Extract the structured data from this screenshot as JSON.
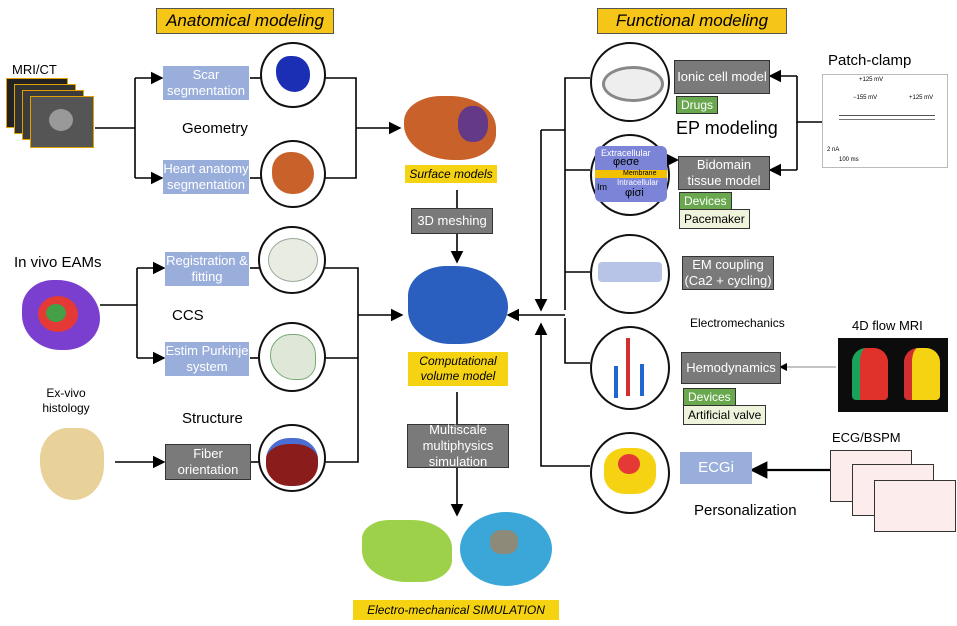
{
  "headers": {
    "anatomical": "Anatomical modeling",
    "functional": "Functional modeling"
  },
  "left": {
    "mri_ct": "MRI/CT",
    "geometry": "Geometry",
    "in_vivo_eams": "In vivo EAMs",
    "ccs": "CCS",
    "ex_vivo_histology": "Ex-vivo histology",
    "structure": "Structure"
  },
  "boxes": {
    "scar_segmentation": "Scar segmentation",
    "heart_anatomy_segmentation": "Heart anatomy segmentation",
    "registration_fitting": "Registration & fitting",
    "estim_purkinje": "Estim Purkinje system",
    "fiber_orientation": "Fiber orientation"
  },
  "center": {
    "surface_models": "Surface models",
    "meshing": "3D meshing",
    "computational_volume_model": "Computational volume model",
    "multiscale": "Multiscale multiphysics simulation",
    "simulation": "Electro-mechanical SIMULATION"
  },
  "right": {
    "ionic_cell_model": "Ionic cell model",
    "drugs": "Drugs",
    "ep_modeling": "EP modeling",
    "bidomain": "Bidomain tissue model",
    "devices_1": "Devices",
    "pacemaker": "Pacemaker",
    "em_coupling": "EM coupling (Ca2 + cycling)",
    "electromechanics": "Electromechanics",
    "hemodynamics": "Hemodynamics",
    "devices_2": "Devices",
    "artificial_valve": "Artificial valve",
    "ecgi": "ECGi",
    "personalization": "Personalization",
    "patch_clamp": "Patch-clamp",
    "flow_4d_mri": "4D flow MRI",
    "ecg_bspm": "ECG/BSPM"
  },
  "bidomain_inset": {
    "extracellular": "Extracellular",
    "membrane": "Membrane",
    "intracellular": "Intracellular",
    "phi_e": "φeσe",
    "phi_i": "φiσi",
    "im": "Im"
  },
  "patch_clamp_plot": {
    "v1": "+125 mV",
    "v2": "−155 mV",
    "v3": "+125 mV",
    "scale_y": "2 nA",
    "scale_x": "100 ms"
  },
  "colors": {
    "header_yellow": "#f5c518",
    "blue_box": "#9aaedc",
    "gray_box": "#7a7a7a",
    "green_box": "#6aa84f",
    "heart_orange": "#c8622a"
  }
}
